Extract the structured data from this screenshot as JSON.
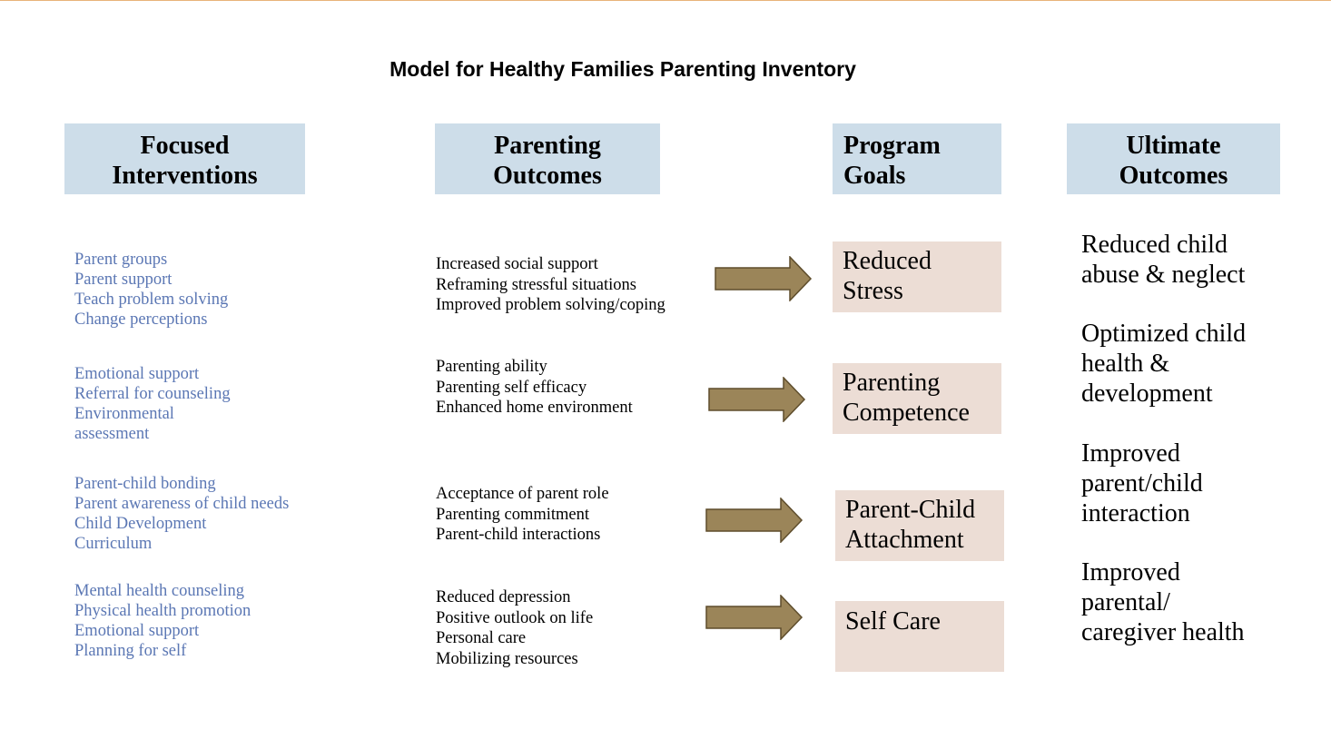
{
  "title": "Model for Healthy Families Parenting Inventory",
  "headers": {
    "interventions": [
      "Focused",
      "Interventions"
    ],
    "outcomes": [
      "Parenting",
      "Outcomes"
    ],
    "goals": [
      "Program",
      "Goals"
    ],
    "ultimate": [
      "Ultimate",
      "Outcomes"
    ]
  },
  "interventions": [
    [
      "Parent groups",
      "Parent support",
      "Teach problem solving",
      "Change perceptions"
    ],
    [
      "Emotional support",
      "Referral for counseling",
      "Environmental",
      "assessment"
    ],
    [
      "Parent-child bonding",
      "Parent awareness of child needs",
      "Child Development",
      "Curriculum"
    ],
    [
      "Mental health counseling",
      "Physical health promotion",
      "Emotional support",
      "Planning for self"
    ]
  ],
  "outcomes": [
    [
      "Increased social support",
      "Reframing stressful situations",
      "Improved problem solving/coping"
    ],
    [
      "Parenting ability",
      "Parenting self efficacy",
      "Enhanced home environment"
    ],
    [
      "Acceptance of parent role",
      "Parenting commitment",
      "Parent-child interactions"
    ],
    [
      "Reduced depression",
      "Positive outlook on life",
      "Personal care",
      "Mobilizing resources"
    ]
  ],
  "goals": [
    [
      "Reduced",
      "Stress"
    ],
    [
      "Parenting",
      "Competence"
    ],
    [
      "Parent-Child",
      "Attachment"
    ],
    [
      "Self Care"
    ]
  ],
  "ultimate": [
    [
      "Reduced child",
      "abuse & neglect"
    ],
    [
      "Optimized child",
      "health &",
      "development"
    ],
    [
      "Improved",
      "parent/child",
      "interaction"
    ],
    [
      "Improved",
      "parental/",
      "caregiver health"
    ]
  ],
  "colors": {
    "header_bg": "#cddde9",
    "goal_bg": "#ecddd5",
    "intervention_text": "#5b77b4",
    "arrow_fill": "#9b8559",
    "arrow_stroke": "#5e4d2c"
  }
}
